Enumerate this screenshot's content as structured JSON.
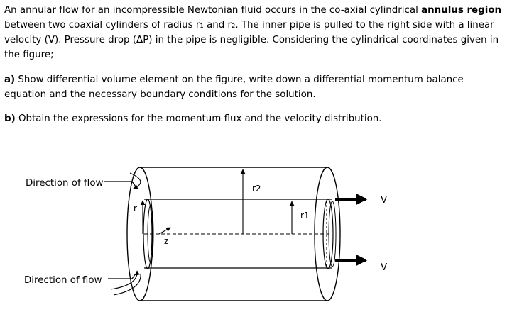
{
  "problem": {
    "intro": {
      "part1": "An annular flow for an incompressible Newtonian fluid occurs in the co-axial cylindrical ",
      "bold": "annulus region",
      "part2": " between two coaxial cylinders of radius r₁ and r₂. The inner pipe is pulled to the right side with a linear velocity (V). Pressure drop (ΔP) in the pipe is negligible. Considering the cylindrical coordinates given in the figure;"
    },
    "part_a": {
      "label": "a)",
      "text": " Show differential volume element on the figure, write down a differential momentum balance equation and the necessary boundary conditions for the solution."
    },
    "part_b": {
      "label": "b)",
      "text": " Obtain the expressions for the momentum flux and the velocity distribution."
    }
  },
  "figure": {
    "flow_label_top": "Direction of flow",
    "flow_label_bottom": "Direction of flow",
    "r2_label": "r2",
    "r1_label": "r1",
    "r_axis_label": "r",
    "z_axis_label": "z",
    "velocity_top_label": "V",
    "velocity_bottom_label": "V"
  }
}
